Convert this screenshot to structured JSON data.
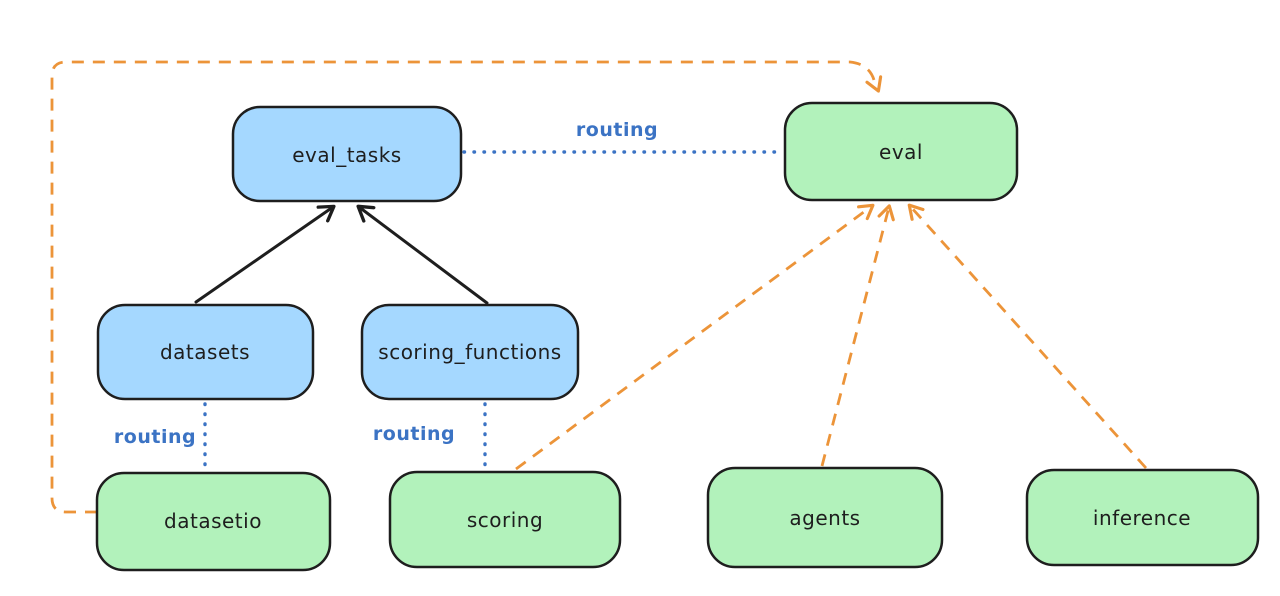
{
  "diagram": {
    "background": "#ffffff",
    "colors": {
      "background": "#ffffff",
      "stroke": "#1e1e1e",
      "blue_fill": "#a5d8ff",
      "green_fill": "#b2f2bb",
      "routing_blue": "#3b73c4",
      "orange": "#ec9439"
    },
    "nodes": [
      {
        "id": "eval_tasks",
        "label": "eval_tasks",
        "color": "blue"
      },
      {
        "id": "eval",
        "label": "eval",
        "color": "green"
      },
      {
        "id": "datasets",
        "label": "datasets",
        "color": "blue"
      },
      {
        "id": "scoring_functions",
        "label": "scoring_functions",
        "color": "blue"
      },
      {
        "id": "datasetio",
        "label": "datasetio",
        "color": "green"
      },
      {
        "id": "scoring",
        "label": "scoring",
        "color": "green"
      },
      {
        "id": "agents",
        "label": "agents",
        "color": "green"
      },
      {
        "id": "inference",
        "label": "inference",
        "color": "green"
      }
    ],
    "edges": [
      {
        "from": "datasets",
        "to": "eval_tasks",
        "style": "solid-black-arrow",
        "label": ""
      },
      {
        "from": "scoring_functions",
        "to": "eval_tasks",
        "style": "solid-black-arrow",
        "label": ""
      },
      {
        "from": "eval_tasks",
        "to": "eval",
        "style": "dotted-blue",
        "label": "routing"
      },
      {
        "from": "datasets",
        "to": "datasetio",
        "style": "dotted-blue",
        "label": "routing"
      },
      {
        "from": "scoring_functions",
        "to": "scoring",
        "style": "dotted-blue",
        "label": "routing"
      },
      {
        "from": "datasetio",
        "to": "eval",
        "style": "dashed-orange-arrow",
        "label": ""
      },
      {
        "from": "scoring",
        "to": "eval",
        "style": "dashed-orange-arrow",
        "label": ""
      },
      {
        "from": "agents",
        "to": "eval",
        "style": "dashed-orange-arrow",
        "label": ""
      },
      {
        "from": "inference",
        "to": "eval",
        "style": "dashed-orange-arrow",
        "label": ""
      }
    ]
  }
}
